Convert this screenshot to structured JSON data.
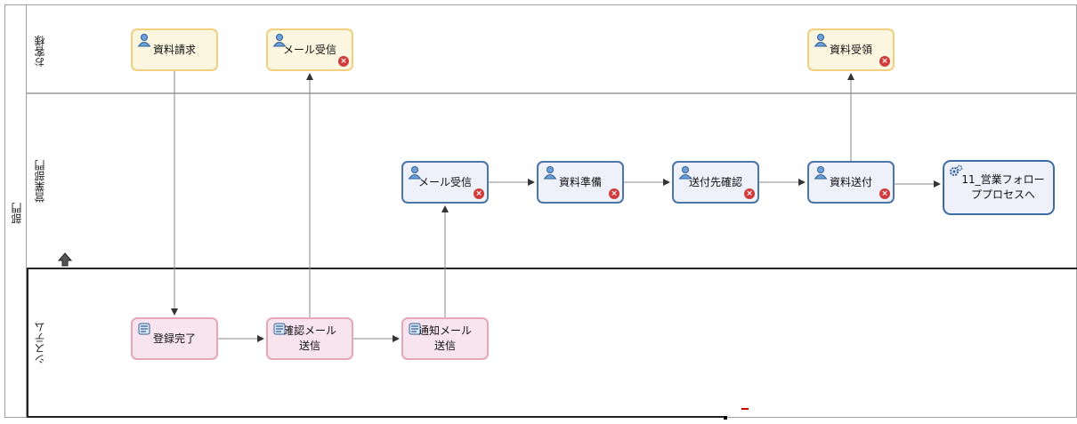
{
  "pool": {
    "label": "部門"
  },
  "lanes": [
    {
      "label": "お客様"
    },
    {
      "label": "営業部門"
    },
    {
      "label": "システム"
    }
  ],
  "tasks": {
    "customer_request": {
      "label": "資料請求",
      "type": "user",
      "icon": "user-icon"
    },
    "customer_mail": {
      "label": "メール受信",
      "type": "user",
      "icon": "user-icon",
      "error": true
    },
    "customer_receive": {
      "label": "資料受領",
      "type": "user",
      "icon": "user-icon",
      "error": true
    },
    "sales_mail": {
      "label": "メール受信",
      "type": "user",
      "icon": "user-icon",
      "error": true
    },
    "sales_prepare": {
      "label": "資料準備",
      "type": "user",
      "icon": "user-icon",
      "error": true
    },
    "sales_confirm": {
      "label": "送付先確認",
      "type": "user",
      "icon": "user-icon",
      "error": true
    },
    "sales_send": {
      "label": "資料送付",
      "type": "user",
      "icon": "user-icon",
      "error": true
    },
    "sales_followup": {
      "label": "11_営業フォローププロセスへ",
      "type": "subprocess",
      "icon": "gears-icon"
    },
    "sys_register": {
      "label": "登録完了",
      "type": "script",
      "icon": "script-icon"
    },
    "sys_confirm_mail": {
      "label": "確認メール送信",
      "type": "script",
      "icon": "script-icon"
    },
    "sys_notify_mail": {
      "label": "通知メール送信",
      "type": "script",
      "icon": "script-icon"
    }
  },
  "colors": {
    "user_customer_fill": "#fbf6df",
    "user_customer_border": "#f1cf7f",
    "user_sales_fill": "#eef0fa",
    "user_sales_border": "#4c76a8",
    "script_fill": "#f8e4ef",
    "script_border": "#e6a7b9",
    "error_badge": "#d13b3b"
  }
}
